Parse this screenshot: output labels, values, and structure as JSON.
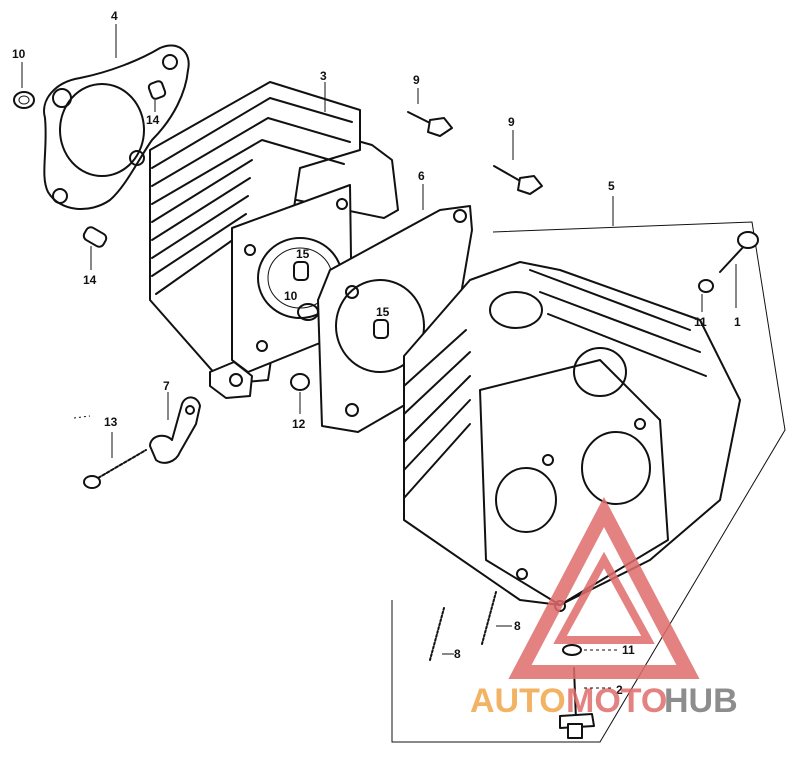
{
  "callouts": {
    "n1": "1",
    "n2": "2",
    "n3": "3",
    "n4": "4",
    "n5": "5",
    "n6": "6",
    "n7": "7",
    "n8a": "8",
    "n8b": "8",
    "n9a": "9",
    "n9b": "9",
    "n10a": "10",
    "n10b": "10",
    "n11a": "11",
    "n11b": "11",
    "n12": "12",
    "n13": "13",
    "n14a": "14",
    "n14b": "14",
    "n15a": "15",
    "n15b": "15"
  },
  "watermark": {
    "part1": "AUTO",
    "part2": "MOTO",
    "part3": "HUB"
  },
  "colors": {
    "ink": "#111111",
    "wm_orange": "#f2a64a",
    "wm_red": "#e06c6c",
    "wm_gray": "#7a7a7a"
  }
}
